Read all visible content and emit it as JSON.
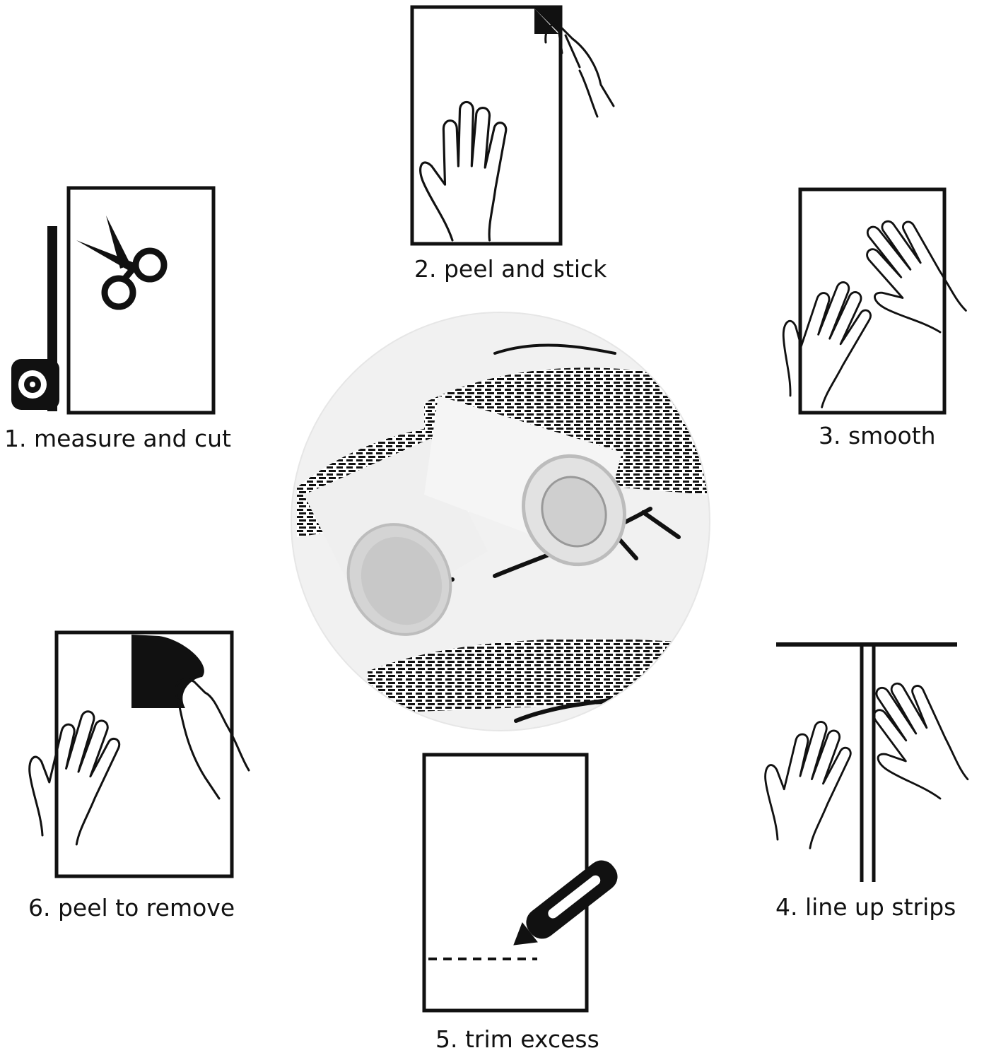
{
  "steps": [
    {
      "label": "1. measure and cut"
    },
    {
      "label": "2. peel and stick"
    },
    {
      "label": "3. smooth"
    },
    {
      "label": "4. line up strips"
    },
    {
      "label": "5. trim excess"
    },
    {
      "label": "6. peel to remove"
    }
  ],
  "colors": {
    "ink": "#111111",
    "paper": "#ffffff",
    "roll": "#e9e9e9",
    "roll_shadow": "#cfcfcf"
  },
  "icons": [
    "scissors-icon",
    "tape-measure-icon",
    "hand-icon",
    "utility-knife-icon",
    "wallpaper-roll-icon"
  ]
}
